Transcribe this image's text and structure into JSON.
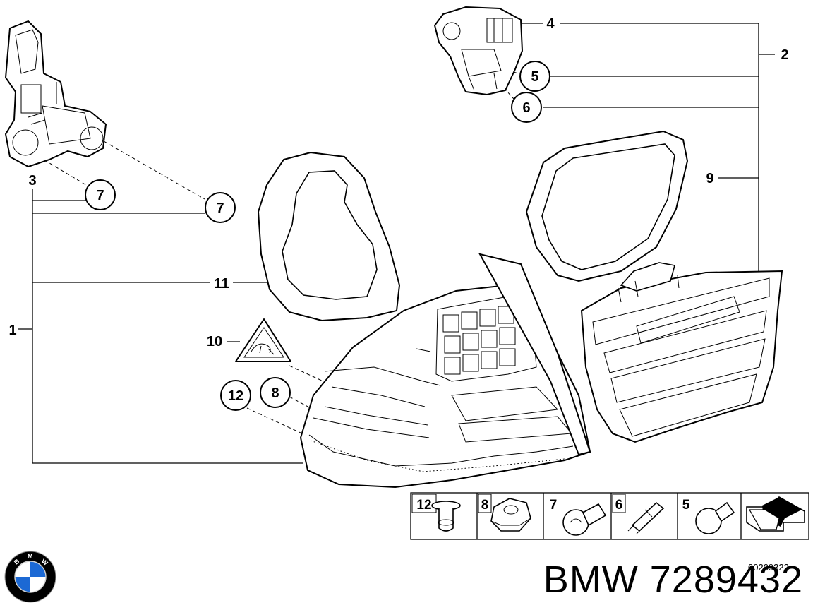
{
  "callouts": {
    "c1": "1",
    "c2": "2",
    "c3": "3",
    "c4": "4",
    "c5": "5",
    "c6": "6",
    "c7a": "7",
    "c7b": "7",
    "c8": "8",
    "c9": "9",
    "c10": "10",
    "c11": "11",
    "c12": "12"
  },
  "legend": {
    "items": [
      {
        "label": "12",
        "icon": "push-rivet-icon"
      },
      {
        "label": "8",
        "icon": "hex-nut-icon"
      },
      {
        "label": "7",
        "icon": "bulb-icon"
      },
      {
        "label": "6",
        "icon": "wedge-bulb-icon"
      },
      {
        "label": "5",
        "icon": "bulb-icon"
      },
      {
        "label": "",
        "icon": "arrow-icon"
      }
    ]
  },
  "reference_code": "00209322",
  "brand": {
    "logo_icon": "bmw-logo-icon",
    "title": "BMW 7289432",
    "logo_colors": {
      "blue": "#1c69d4",
      "white": "#ffffff",
      "ring": "#000000"
    }
  }
}
